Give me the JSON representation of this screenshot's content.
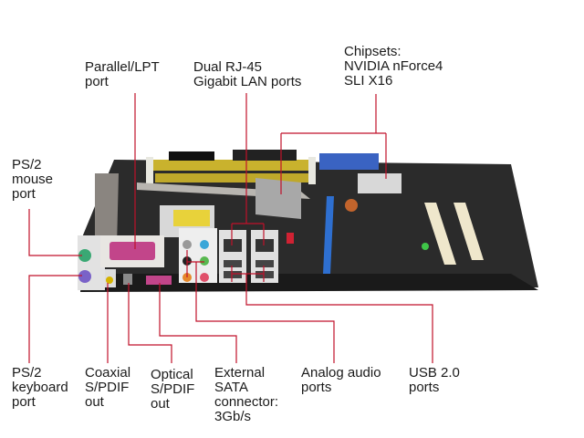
{
  "diagram": {
    "subject": "Motherboard rear I/O panel",
    "leader_color": "#c0112a",
    "labels": {
      "parallel": "Parallel/LPT\nport",
      "lan": "Dual RJ-45\nGigabit LAN ports",
      "chipset": "Chipsets:\nNVIDIA nForce4\nSLI X16",
      "ps2_mouse": "PS/2\nmouse\nport",
      "ps2_keyboard": "PS/2\nkeyboard\nport",
      "coaxial": "Coaxial\nS/PDIF\nout",
      "optical": "Optical\nS/PDIF\nout",
      "esata": "External\nSATA\nconnector:\n3Gb/s",
      "audio": "Analog audio\nports",
      "usb": "USB 2.0\nports"
    }
  }
}
